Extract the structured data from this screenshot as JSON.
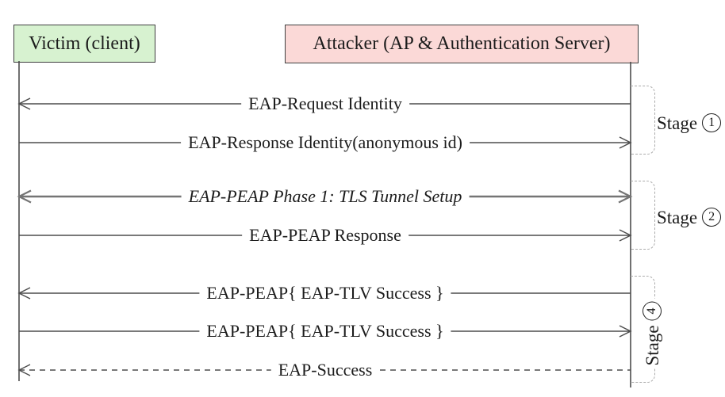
{
  "diagram": {
    "actors": [
      {
        "id": "victim",
        "label": "Victim (client)"
      },
      {
        "id": "attacker",
        "label": "Attacker (AP & Authentication Server)"
      }
    ],
    "messages": [
      {
        "label": "EAP-Request Identity",
        "direction": "to-victim",
        "style": "solid"
      },
      {
        "label": "EAP-Response Identity(anonymous id)",
        "direction": "to-attacker",
        "style": "solid"
      },
      {
        "label": "EAP-PEAP Phase 1: TLS Tunnel Setup",
        "direction": "bidirectional",
        "style": "solid-thick-italic"
      },
      {
        "label": "EAP-PEAP Response",
        "direction": "to-attacker",
        "style": "solid"
      },
      {
        "label": "EAP-PEAP{ EAP-TLV Success }",
        "direction": "to-victim",
        "style": "solid"
      },
      {
        "label": "EAP-PEAP{ EAP-TLV Success }",
        "direction": "to-attacker",
        "style": "solid"
      },
      {
        "label": "EAP-Success",
        "direction": "to-victim",
        "style": "dashed"
      }
    ],
    "stages": [
      {
        "word": "Stage",
        "number": "1"
      },
      {
        "word": "Stage",
        "number": "2"
      },
      {
        "word": "Stage",
        "number": "4"
      }
    ],
    "colors": {
      "victim_fill": "#d7f2d0",
      "attacker_fill": "#fbd9d7",
      "box_border": "#3f3f3f",
      "line": "#4d4d4d",
      "thick_line": "#757575",
      "bracket": "#ababab",
      "text": "#1c1c1c"
    }
  }
}
